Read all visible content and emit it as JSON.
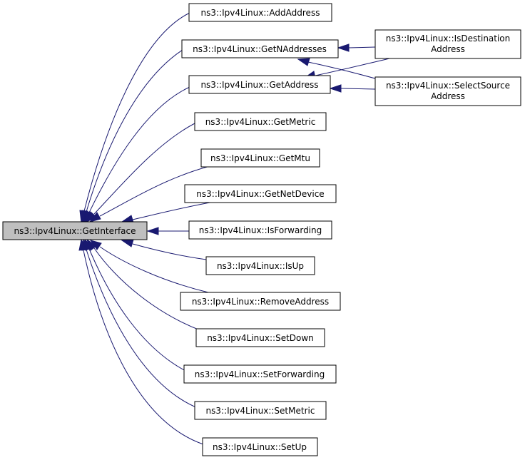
{
  "graph": {
    "nodes": {
      "getinterface": "ns3::Ipv4Linux::GetInterface",
      "addaddress": "ns3::Ipv4Linux::AddAddress",
      "getnaddresses": "ns3::Ipv4Linux::GetNAddresses",
      "getaddress": "ns3::Ipv4Linux::GetAddress",
      "getmetric": "ns3::Ipv4Linux::GetMetric",
      "getmtu": "ns3::Ipv4Linux::GetMtu",
      "getnetdevice": "ns3::Ipv4Linux::GetNetDevice",
      "isforwarding": "ns3::Ipv4Linux::IsForwarding",
      "isup": "ns3::Ipv4Linux::IsUp",
      "removeaddress": "ns3::Ipv4Linux::RemoveAddress",
      "setdown": "ns3::Ipv4Linux::SetDown",
      "setforwarding": "ns3::Ipv4Linux::SetForwarding",
      "setmetric": "ns3::Ipv4Linux::SetMetric",
      "setup": "ns3::Ipv4Linux::SetUp",
      "isdestination_line1": "ns3::Ipv4Linux::IsDestination",
      "isdestination_line2": "Address",
      "selectsource_line1": "ns3::Ipv4Linux::SelectSource",
      "selectsource_line2": "Address"
    },
    "edge_color": "#191970",
    "focus_fill": "#bfbfbf"
  }
}
